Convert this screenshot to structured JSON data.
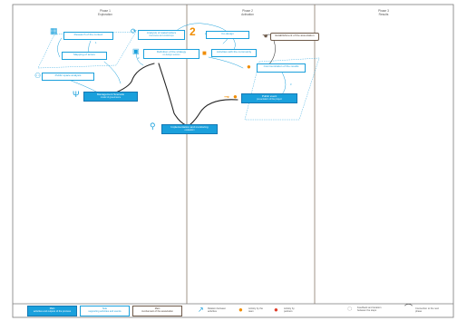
{
  "lanes": [
    {
      "title": "Phase 1",
      "subtitle": "Exploration"
    },
    {
      "title": "Phase 2",
      "subtitle": "Activation"
    },
    {
      "title": "Phase 3",
      "subtitle": "Results"
    }
  ],
  "nodes": [
    {
      "id": "n1",
      "label": "Research of the context",
      "style": "white"
    },
    {
      "id": "n2",
      "label": "Analysis of stakeholders",
      "sub": "interviews and workshops",
      "style": "white"
    },
    {
      "id": "n3",
      "label": "Mapping of actors",
      "style": "white"
    },
    {
      "id": "n4",
      "label": "Definition of the strategy",
      "sub": "co-design session",
      "style": "white"
    },
    {
      "id": "n5",
      "label": "Public space analysis",
      "style": "white"
    },
    {
      "id": "n6",
      "label": "Management Scenario",
      "sub": "model of governance",
      "style": "blue"
    },
    {
      "id": "n7",
      "label": "Implementation and monitoring",
      "sub": "evaluation",
      "style": "blue"
    },
    {
      "id": "n8",
      "label": "Co-design",
      "style": "white"
    },
    {
      "id": "n9",
      "label": "Activities with the community",
      "style": "white"
    },
    {
      "id": "n10",
      "label": "Establishment of the association",
      "style": "dark"
    },
    {
      "id": "n11",
      "label": "Communication of the results",
      "style": "white"
    },
    {
      "id": "n12",
      "label": "Public event",
      "sub": "presentation of the project",
      "style": "blue"
    }
  ],
  "step_marker": "2",
  "edge_marks": [
    "1",
    "2",
    "3"
  ],
  "legend": {
    "cells": [
      {
        "title": "Main",
        "label": "activities and outputs of the process",
        "style": "blue"
      },
      {
        "title": "Side",
        "label": "supporting activities and events",
        "style": "white"
      },
      {
        "title": "Main",
        "label": "involvement of the association",
        "style": "dark"
      }
    ],
    "items": [
      {
        "icon": "arrow-icon",
        "label": "Relation between activities"
      },
      {
        "icon": "orange-dot-icon",
        "label": "Activity by the team"
      },
      {
        "icon": "red-dot-icon",
        "label": "Activity by partners"
      },
      {
        "icon": "loop-icon",
        "label": "Feedback and iteration between the steps"
      },
      {
        "icon": "curve-icon",
        "label": "Connection to the next phase"
      }
    ]
  },
  "colors": {
    "blue": "#1aa0dc",
    "orange": "#f08c00",
    "dark": "#4a3a2e",
    "frame": "#7a7a7a"
  }
}
